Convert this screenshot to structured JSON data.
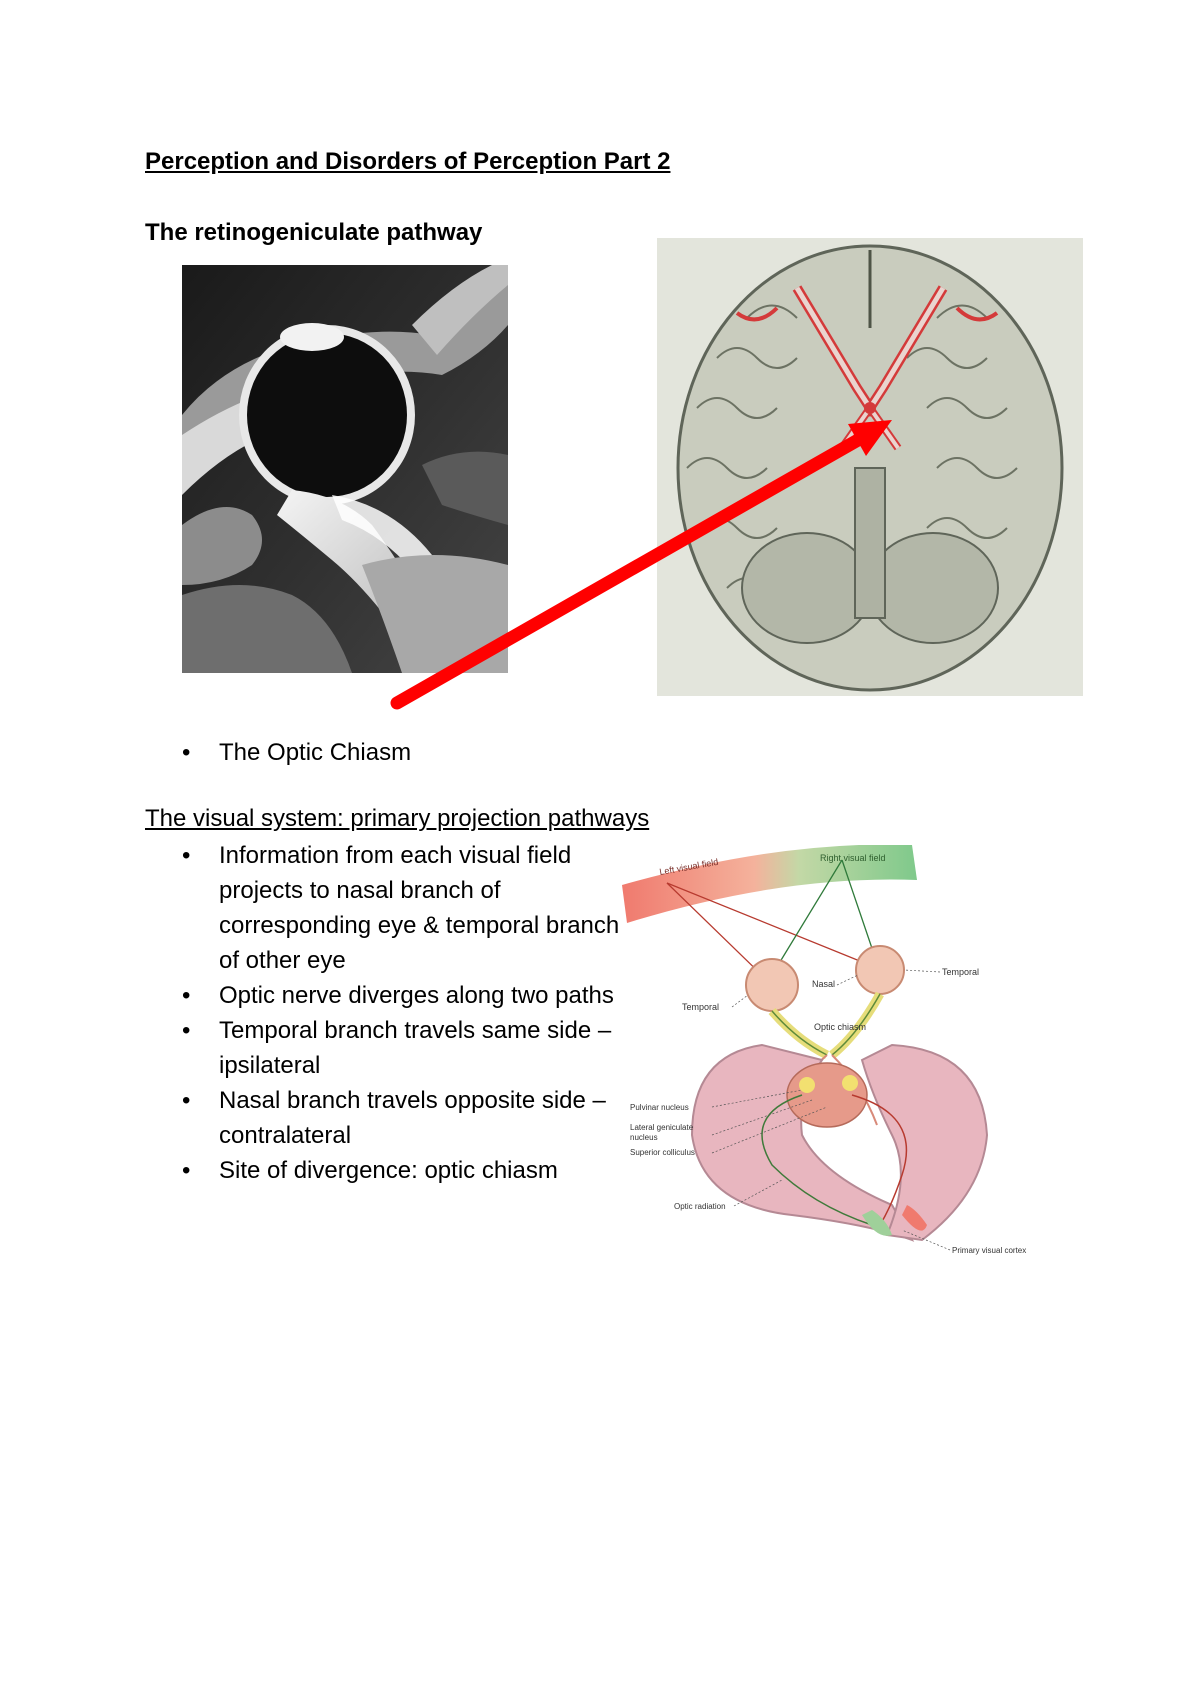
{
  "document": {
    "title": "Perception and Disorders of Perception Part 2",
    "section1_heading": "The retinogeniculate pathway",
    "section1_bullets": [
      "The Optic Chiasm"
    ],
    "section2_heading": "The visual system: primary projection pathways",
    "section2_bullets": [
      "Information from each visual field projects to nasal branch of corresponding eye & temporal branch of other eye",
      "Optic nerve diverges along two paths",
      "Temporal branch travels same side – ipsilateral",
      "Nasal branch travels opposite side – contralateral",
      "Site of divergence: optic chiasm"
    ]
  },
  "figures": {
    "mri": {
      "icon": "mri-eye-orbit-scan"
    },
    "brain": {
      "icon": "brain-underside-engraving"
    },
    "arrow": {
      "icon": "red-arrow",
      "color": "#ff0000"
    },
    "pathway_diagram": {
      "icon": "visual-pathway-diagram",
      "labels": {
        "left_field": "Left visual field",
        "right_field": "Right visual field",
        "temporal_right": "Temporal",
        "nasal": "Nasal",
        "temporal_left": "Temporal",
        "optic_chiasm": "Optic chiasm",
        "pulvinar": "Pulvinar nucleus",
        "lgn_1": "Lateral geniculate",
        "lgn_2": "nucleus",
        "sup_colliculus": "Superior colliculus",
        "optic_radiation": "Optic radiation",
        "primary_cortex": "Primary visual cortex"
      }
    }
  }
}
